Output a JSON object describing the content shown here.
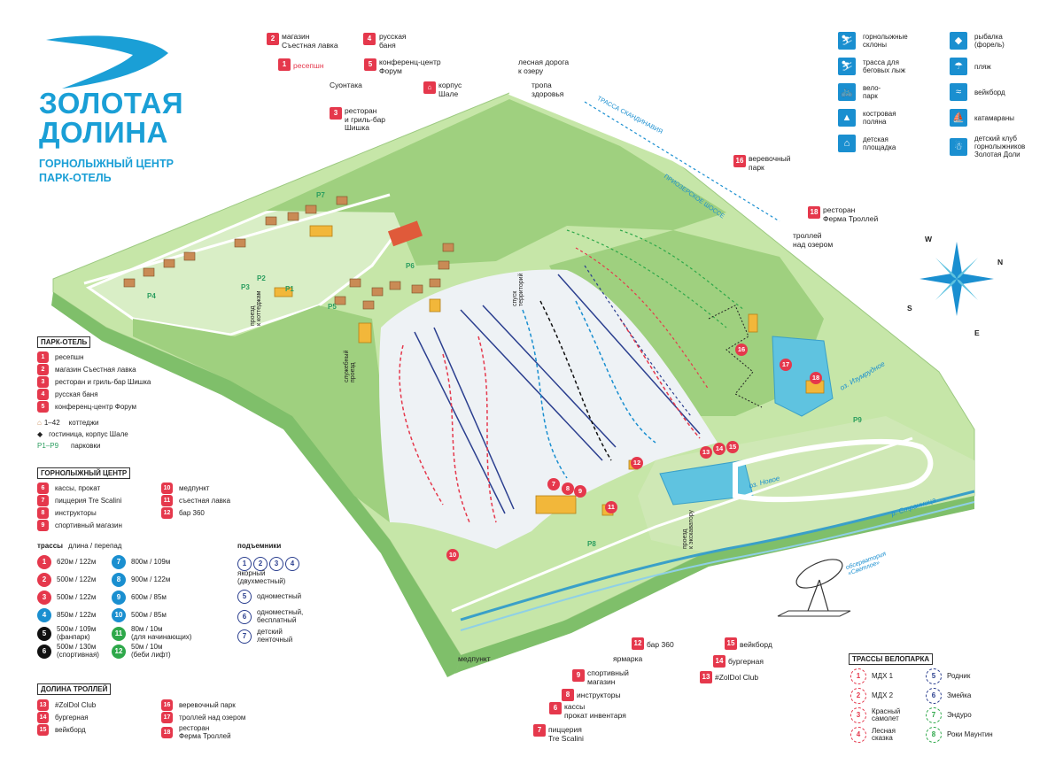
{
  "brand": {
    "title_line1": "ЗОЛОТАЯ",
    "title_line2": "ДОЛИНА",
    "subtitle_line1": "ГОРНОЛЫЖНЫЙ ЦЕНТР",
    "subtitle_line2": "ПАРК-ОТЕЛЬ",
    "color": "#1a9fd6"
  },
  "colors": {
    "accent_red": "#e5384c",
    "water_blue": "#1a8fd0",
    "grass": "#b9dd9a",
    "forest": "#8cc86c",
    "snow": "#eef2f5"
  },
  "map_labels": {
    "shop": "магазин\nСъестная лавка",
    "banya": "русская\nбаня",
    "forum": "конференц-центр\nФорум",
    "reception": "ресепшн",
    "suontaka": "Суонтака",
    "shishka": "ресторан\nи гриль-бар\nШишка",
    "shale": "корпус\nШале",
    "lake_road": "лесная дорога\nк озеру",
    "health_path": "тропа\nздоровья",
    "rope_park": "веревочный\nпарк",
    "farm_restaurant": "ресторан\nФерма Троллей",
    "troll_trail": "троллей\nнад озером",
    "medpunkt": "медпункт",
    "fair": "ярмарка",
    "bar360": "бар 360",
    "wakeboard": "вейкборд",
    "burger": "бургерная",
    "zoldol": "#ZolDol Club",
    "sport_shop": "спортивный\nмагазин",
    "instructors": "инструкторы",
    "cashier": "кассы\nпрокат инвентаря",
    "pizzeria": "пиццерия\nTre Scalini",
    "scandinavia": "ТРАССА СКАНДИНАВИЯ",
    "priozersk": "ПРИОЗЕРСКОЕ ШОССЕ",
    "lake_emerald": "оз. Изумрудное",
    "lake_new": "оз. Новое",
    "river": "р. Странница",
    "observatory": "обсерватория\n«Светлое»",
    "pass_cottages": "проезд\nк коттеджам",
    "service_road": "служебный\nпроезд",
    "ski_stroka": "спуск\nтерриторий",
    "pass_excavator": "проезд\nк экскаватору"
  },
  "parkings": [
    "P1",
    "P2",
    "P3",
    "P4",
    "P5",
    "P6",
    "P7",
    "P8",
    "P9"
  ],
  "compass": {
    "n": "N",
    "e": "E",
    "s": "S",
    "w": "W"
  },
  "park_hotel": {
    "title": "ПАРК-ОТЕЛЬ",
    "items": [
      {
        "n": "1",
        "label": "ресепшн"
      },
      {
        "n": "2",
        "label": "магазин Съестная лавка"
      },
      {
        "n": "3",
        "label": "ресторан и гриль-бар Шишка"
      },
      {
        "n": "4",
        "label": "русская баня"
      },
      {
        "n": "5",
        "label": "конференц-центр Форум"
      }
    ],
    "cottages": "коттеджи",
    "cottages_range": "1–42",
    "hotel": "гостиница, корпус Шале",
    "parking_range": "P1–P9",
    "parking": "парковки"
  },
  "ski_center": {
    "title": "ГОРНОЛЫЖНЫЙ ЦЕНТР",
    "items_left": [
      {
        "n": "6",
        "label": "кассы, прокат"
      },
      {
        "n": "7",
        "label": "пиццерия Tre Scalini"
      },
      {
        "n": "8",
        "label": "инструкторы"
      },
      {
        "n": "9",
        "label": "спортивный магазин"
      }
    ],
    "items_right": [
      {
        "n": "10",
        "label": "медпункт"
      },
      {
        "n": "11",
        "label": "съестная лавка"
      },
      {
        "n": "12",
        "label": "бар 360"
      }
    ],
    "trails_title": "трассы",
    "trails_sub": "длина / перепад",
    "trails_left": [
      {
        "n": "1",
        "len": "620м / 122м",
        "color": "#e5384c"
      },
      {
        "n": "2",
        "len": "500м / 122м",
        "color": "#e5384c"
      },
      {
        "n": "3",
        "len": "500м / 122м",
        "color": "#e5384c"
      },
      {
        "n": "4",
        "len": "850м / 122м",
        "color": "#1a8fd0"
      },
      {
        "n": "5",
        "len": "500м / 109м\n(фанпарк)",
        "color": "#111111"
      },
      {
        "n": "6",
        "len": "500м / 130м\n(спортивная)",
        "color": "#111111"
      }
    ],
    "trails_right": [
      {
        "n": "7",
        "len": "800м / 109м",
        "color": "#1a8fd0"
      },
      {
        "n": "8",
        "len": "900м / 122м",
        "color": "#1a8fd0"
      },
      {
        "n": "9",
        "len": "600м / 85м",
        "color": "#1a8fd0"
      },
      {
        "n": "10",
        "len": "500м / 85м",
        "color": "#1a8fd0"
      },
      {
        "n": "11",
        "len": "80м / 10м\n(для начинающих)",
        "color": "#2ea84a"
      },
      {
        "n": "12",
        "len": "50м / 10м\n(беби лифт)",
        "color": "#2ea84a"
      }
    ],
    "lifts_title": "подъемники",
    "lifts": [
      "1",
      "2",
      "3",
      "4"
    ],
    "lift_types": [
      {
        "n": "",
        "label": "якорный\n(двухместный)"
      },
      {
        "n": "5",
        "label": "одноместный"
      },
      {
        "n": "6",
        "label": "одноместный,\nбесплатный"
      },
      {
        "n": "7",
        "label": "детский\nленточный"
      }
    ]
  },
  "trolls": {
    "title": "ДОЛИНА ТРОЛЛЕЙ",
    "items_left": [
      {
        "n": "13",
        "label": "#ZolDol Club"
      },
      {
        "n": "14",
        "label": "бургерная"
      },
      {
        "n": "15",
        "label": "вейкборд"
      }
    ],
    "items_right": [
      {
        "n": "16",
        "label": "веревочный парк"
      },
      {
        "n": "17",
        "label": "троллей над озером"
      },
      {
        "n": "18",
        "label": "ресторан\nФерма Троллей"
      }
    ]
  },
  "bike_trails": {
    "title": "ТРАССЫ ВЕЛОПАРКА",
    "left": [
      {
        "n": "1",
        "label": "МДХ 1",
        "color": "#e5384c"
      },
      {
        "n": "2",
        "label": "МДХ 2",
        "color": "#e5384c"
      },
      {
        "n": "3",
        "label": "Красный\nсамолет",
        "color": "#e5384c"
      },
      {
        "n": "4",
        "label": "Лесная\nсказка",
        "color": "#e5384c"
      }
    ],
    "right": [
      {
        "n": "5",
        "label": "Родник",
        "color": "#2b3f8f"
      },
      {
        "n": "6",
        "label": "Змейка",
        "color": "#2b3f8f"
      },
      {
        "n": "7",
        "label": "Эндуро",
        "color": "#2ea84a"
      },
      {
        "n": "8",
        "label": "Роки Маунтин",
        "color": "#2ea84a"
      }
    ]
  },
  "activities": {
    "left": [
      {
        "icon": "ski-icon",
        "glyph": "⛷",
        "label": "горнолыжные\nсклоны"
      },
      {
        "icon": "crosscountry-icon",
        "glyph": "⛷",
        "label": "трасса для\nбеговых лыж"
      },
      {
        "icon": "bike-icon",
        "glyph": "🚲",
        "label": "вело-\nпарк"
      },
      {
        "icon": "campfire-icon",
        "glyph": "▲",
        "label": "костровая\nполяна"
      },
      {
        "icon": "playground-icon",
        "glyph": "⌂",
        "label": "детская\nплощадка"
      }
    ],
    "right": [
      {
        "icon": "fishing-icon",
        "glyph": "◆",
        "label": "рыбалка\n(форель)"
      },
      {
        "icon": "beach-icon",
        "glyph": "☂",
        "label": "пляж"
      },
      {
        "icon": "wakeboard-icon",
        "glyph": "≈",
        "label": "вейкборд"
      },
      {
        "icon": "catamaran-icon",
        "glyph": "⛵",
        "label": "катамараны"
      },
      {
        "icon": "kids-club-icon",
        "glyph": "☃",
        "label": "детский клуб\nгорнолыжников\nЗолотая Доли"
      }
    ]
  }
}
